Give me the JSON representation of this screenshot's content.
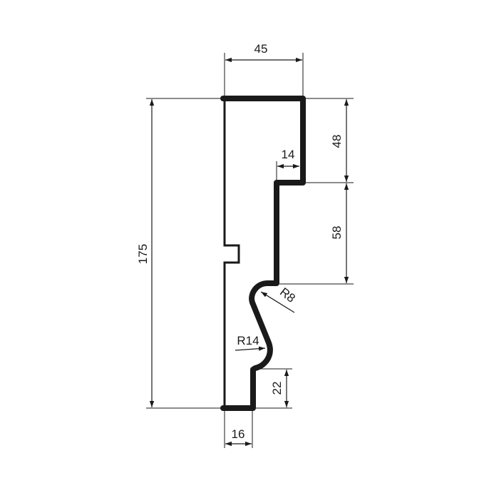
{
  "drawing": {
    "type": "profile cross-section (moulding / skirting board)",
    "colors": {
      "profile": "#1a1a1a",
      "dimension_lines": "#1a1a1a",
      "background": "#ffffff"
    },
    "dimensions": {
      "width_top": "45",
      "height_total": "175",
      "right_upper_height": "48",
      "right_middle_height": "58",
      "step_width": "14",
      "bottom_height": "22",
      "bottom_width": "16",
      "radius_small": "R8",
      "radius_large": "R14"
    }
  }
}
